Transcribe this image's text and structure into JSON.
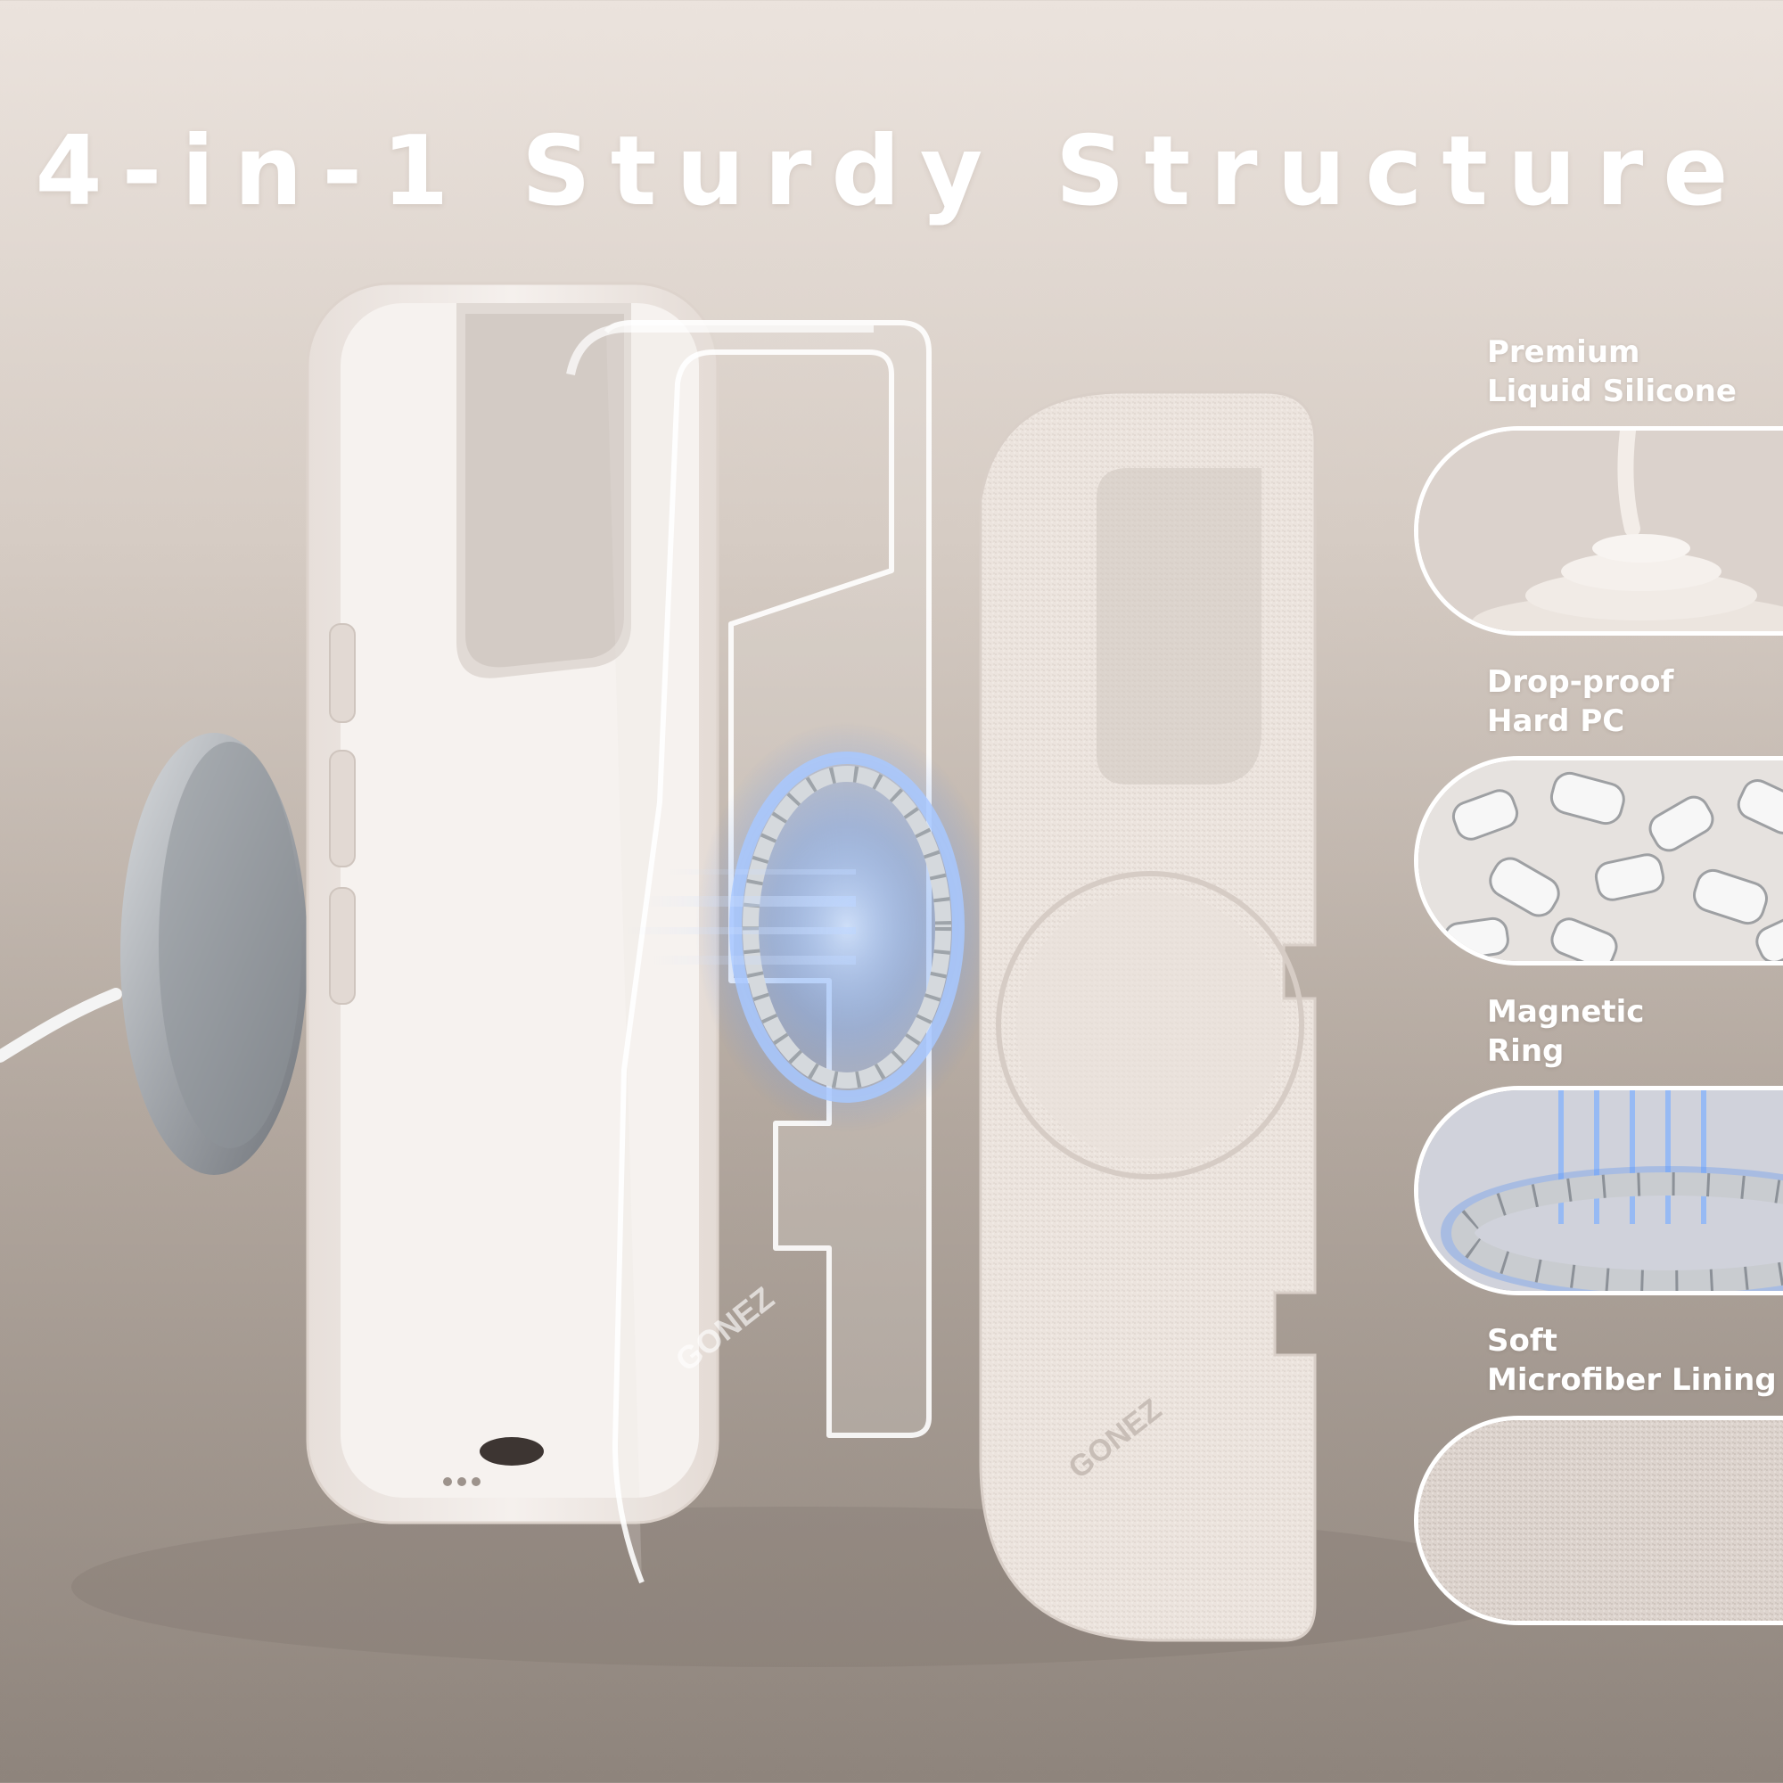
{
  "title": "4-in-1 Sturdy Structure",
  "features": [
    {
      "line1": "Premium",
      "line2": "Liquid Silicone",
      "icon": "silicone-swirl-icon"
    },
    {
      "line1": "Drop-proof",
      "line2": "Hard PC",
      "icon": "pc-pellets-icon"
    },
    {
      "line1": "Magnetic",
      "line2": "Ring",
      "icon": "magnetic-ring-icon"
    },
    {
      "line1": "Soft",
      "line2": "Microfiber Lining",
      "icon": "microfiber-texture-icon"
    }
  ],
  "brand": "GONEZ",
  "colors": {
    "case": "#f1ebe7",
    "lining": "#ece4de",
    "magnetic_glow": "#4f8df5",
    "text": "#ffffff"
  }
}
